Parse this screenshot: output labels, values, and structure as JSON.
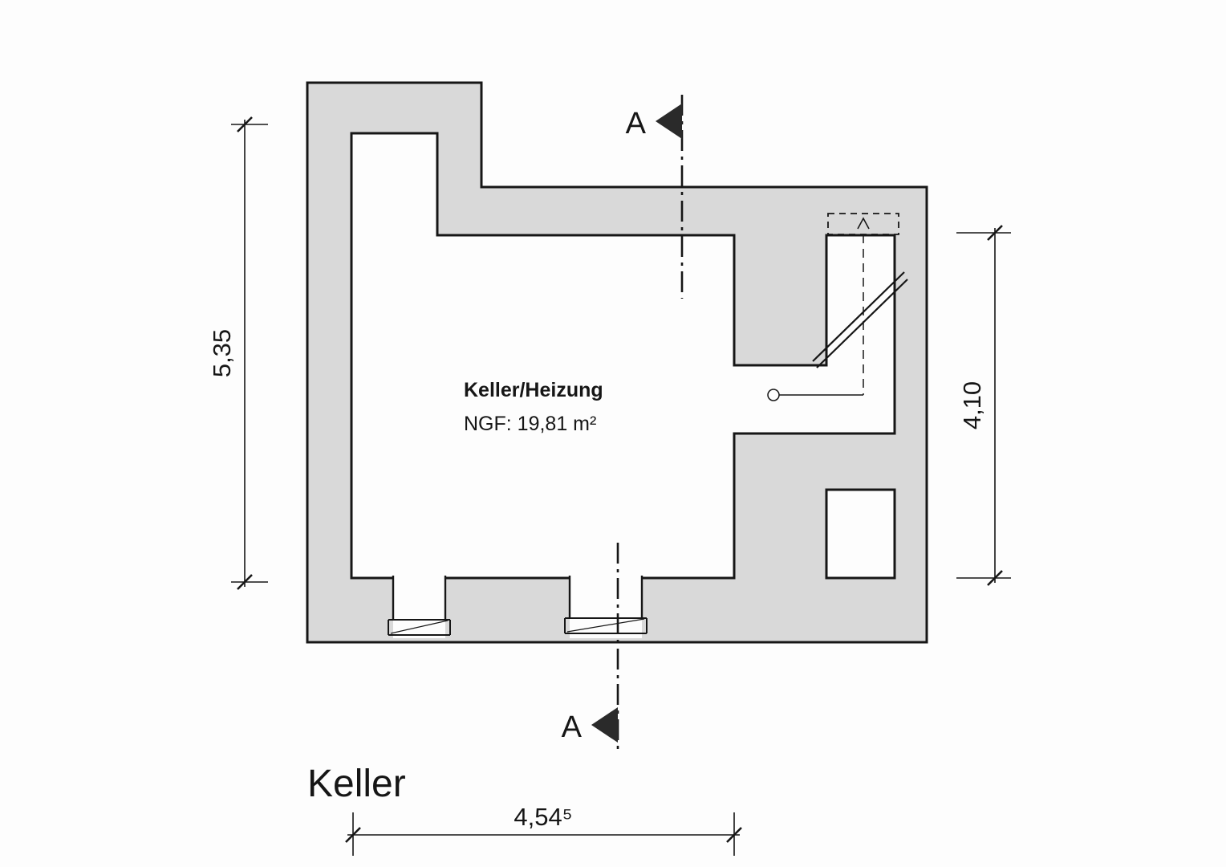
{
  "drawing": {
    "title": "Keller",
    "room": {
      "name": "Keller/Heizung",
      "area": "NGF: 19,81 m²"
    },
    "dimensions": {
      "left_height": "5,35",
      "right_height": "4,10",
      "bottom_width": "4,54⁵"
    },
    "section_marker": {
      "top_label": "A",
      "bottom_label": "A"
    }
  },
  "colors": {
    "wall_fill": "#d9d9d9",
    "line": "#161616",
    "paper": "#fdfdfd"
  }
}
